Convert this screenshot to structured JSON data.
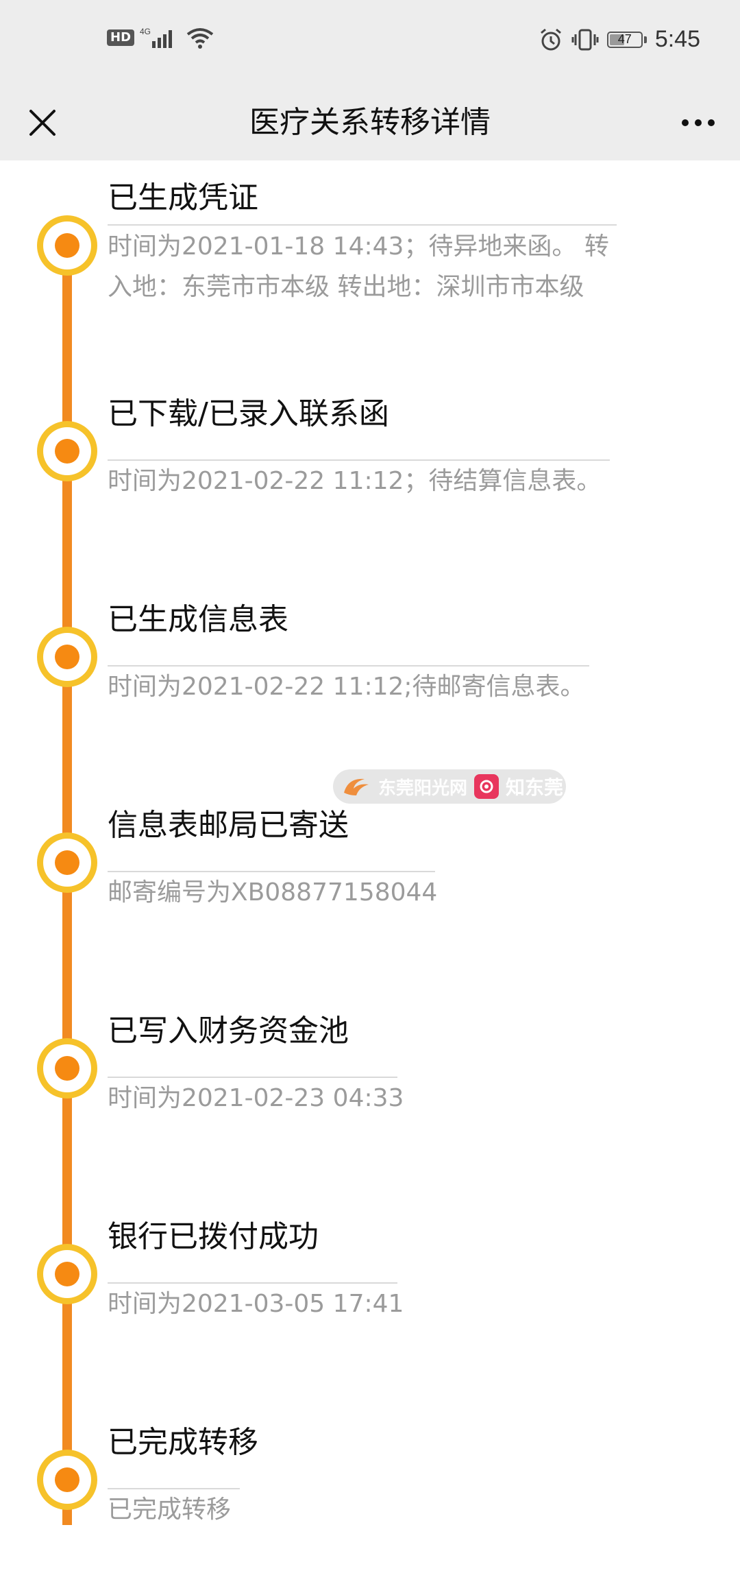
{
  "status_bar": {
    "hd": "HD",
    "network": "4G",
    "battery": "47",
    "battery_level": 0.47,
    "time": "5:45"
  },
  "header": {
    "title": "医疗关系转移详情",
    "close_icon": "close-icon",
    "more_icon": "more-icon"
  },
  "timeline": {
    "line_color": "#f18a21",
    "node_outer_color": "#f6c22a",
    "node_dot_color": "#f68a12",
    "steps": [
      {
        "title": "已生成凭证",
        "desc_line1": "时间为2021-01-18 14:43；待异地来函。 转",
        "desc_line2": "入地：东莞市市本级 转出地：深圳市市本级"
      },
      {
        "title": "已下载/已录入联系函",
        "desc_line1": "时间为2021-02-22 11:12；待结算信息表。"
      },
      {
        "title": "已生成信息表",
        "desc_line1": "时间为2021-02-22 11:12;待邮寄信息表。"
      },
      {
        "title": "信息表邮局已寄送",
        "desc_line1": "邮寄编号为XB08877158044"
      },
      {
        "title": "已写入财务资金池",
        "desc_line1": "时间为2021-02-23 04:33"
      },
      {
        "title": "银行已拨付成功",
        "desc_line1": "时间为2021-03-05 17:41"
      },
      {
        "title": "已完成转移",
        "desc_line1": "已完成转移"
      }
    ]
  },
  "watermark": {
    "text1": "东莞阳光网",
    "text2": "知东莞"
  }
}
